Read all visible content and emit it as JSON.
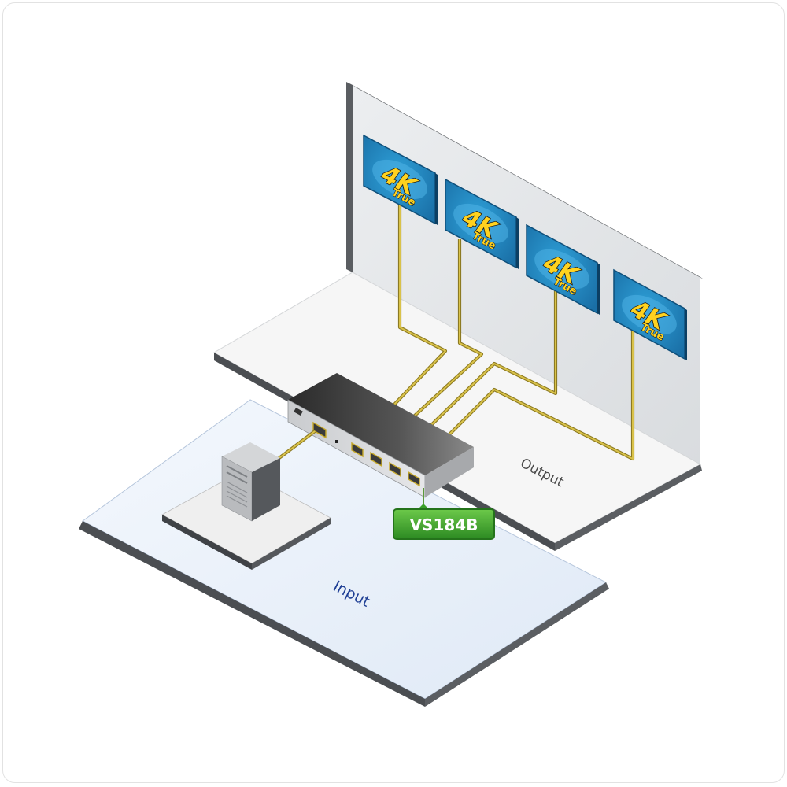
{
  "labels": {
    "output": "Output",
    "input": "Input",
    "device_model": "VS184B"
  },
  "displays": [
    {
      "badge_main": "4K",
      "badge_sub": "True"
    },
    {
      "badge_main": "4K",
      "badge_sub": "True"
    },
    {
      "badge_main": "4K",
      "badge_sub": "True"
    },
    {
      "badge_main": "4K",
      "badge_sub": "True"
    }
  ],
  "colors": {
    "display_panel": "#1f86bf",
    "badge_yellow": "#ffd21f",
    "cable": "#8c7a22",
    "input_floor": "#e8f1fb",
    "label_green": "#3aa02a"
  },
  "icons": [
    "tower-pc-icon",
    "hdmi-splitter-icon",
    "display-icon"
  ]
}
